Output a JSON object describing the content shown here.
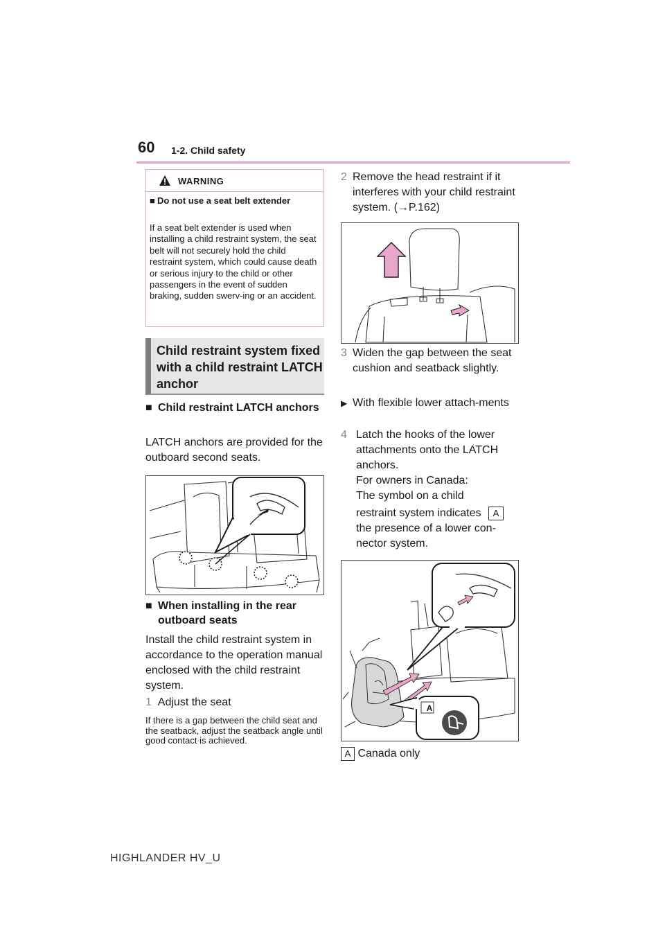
{
  "header": {
    "page_number": "60",
    "section": "1-2. Child safety"
  },
  "warning": {
    "label": "WARNING",
    "subtitle": "Do not use a seat belt extender",
    "body": "If a seat belt extender is used when installing a child restraint system, the seat belt will not securely hold the child restraint system, which could cause death or serious injury to the child or other passengers in the event of sudden braking, sudden swerv-ing or an accident."
  },
  "heading": {
    "title": "Child restraint system fixed with a child restraint LATCH anchor"
  },
  "left": {
    "latch_sub": "Child restraint LATCH anchors",
    "latch_body": "LATCH anchors are provided for the outboard second seats.",
    "install_sub": "When installing in the rear outboard seats",
    "install_body": "Install the child restraint system in accordance to the operation manual enclosed with the child restraint system.",
    "step1_num": "1",
    "step1_text": "Adjust the seat",
    "step1_note": "If there is a gap between the child seat and the seatback, adjust the seatback angle until good contact is achieved."
  },
  "right": {
    "step2_num": "2",
    "step2_text": "Remove the head restraint if it interferes with your child restraint system. (",
    "step2_ref": "P.162)",
    "step3_num": "3",
    "step3_text": "Widen the gap between the seat cushion and seatback slightly.",
    "flex_bullet": "With flexible lower attach-ments",
    "step4_num": "4",
    "step4_text": "Latch the hooks of the lower attachments onto the LATCH anchors.",
    "step4_canada_1": "For owners in Canada:",
    "step4_canada_2": "The symbol on a child",
    "step4_canada_3": "restraint system indicates",
    "step4_canada_4": "the presence of a lower con-",
    "step4_canada_5": "nector system.",
    "label_a": "A",
    "caption": "Canada only"
  },
  "footer": {
    "model": "HIGHLANDER HV_U"
  },
  "colors": {
    "accent_rule": "#e59bd4",
    "warning_border": "#dba6d3",
    "heading_bg": "#e6e6e6",
    "arrow_pink": "#e8a6c8"
  }
}
